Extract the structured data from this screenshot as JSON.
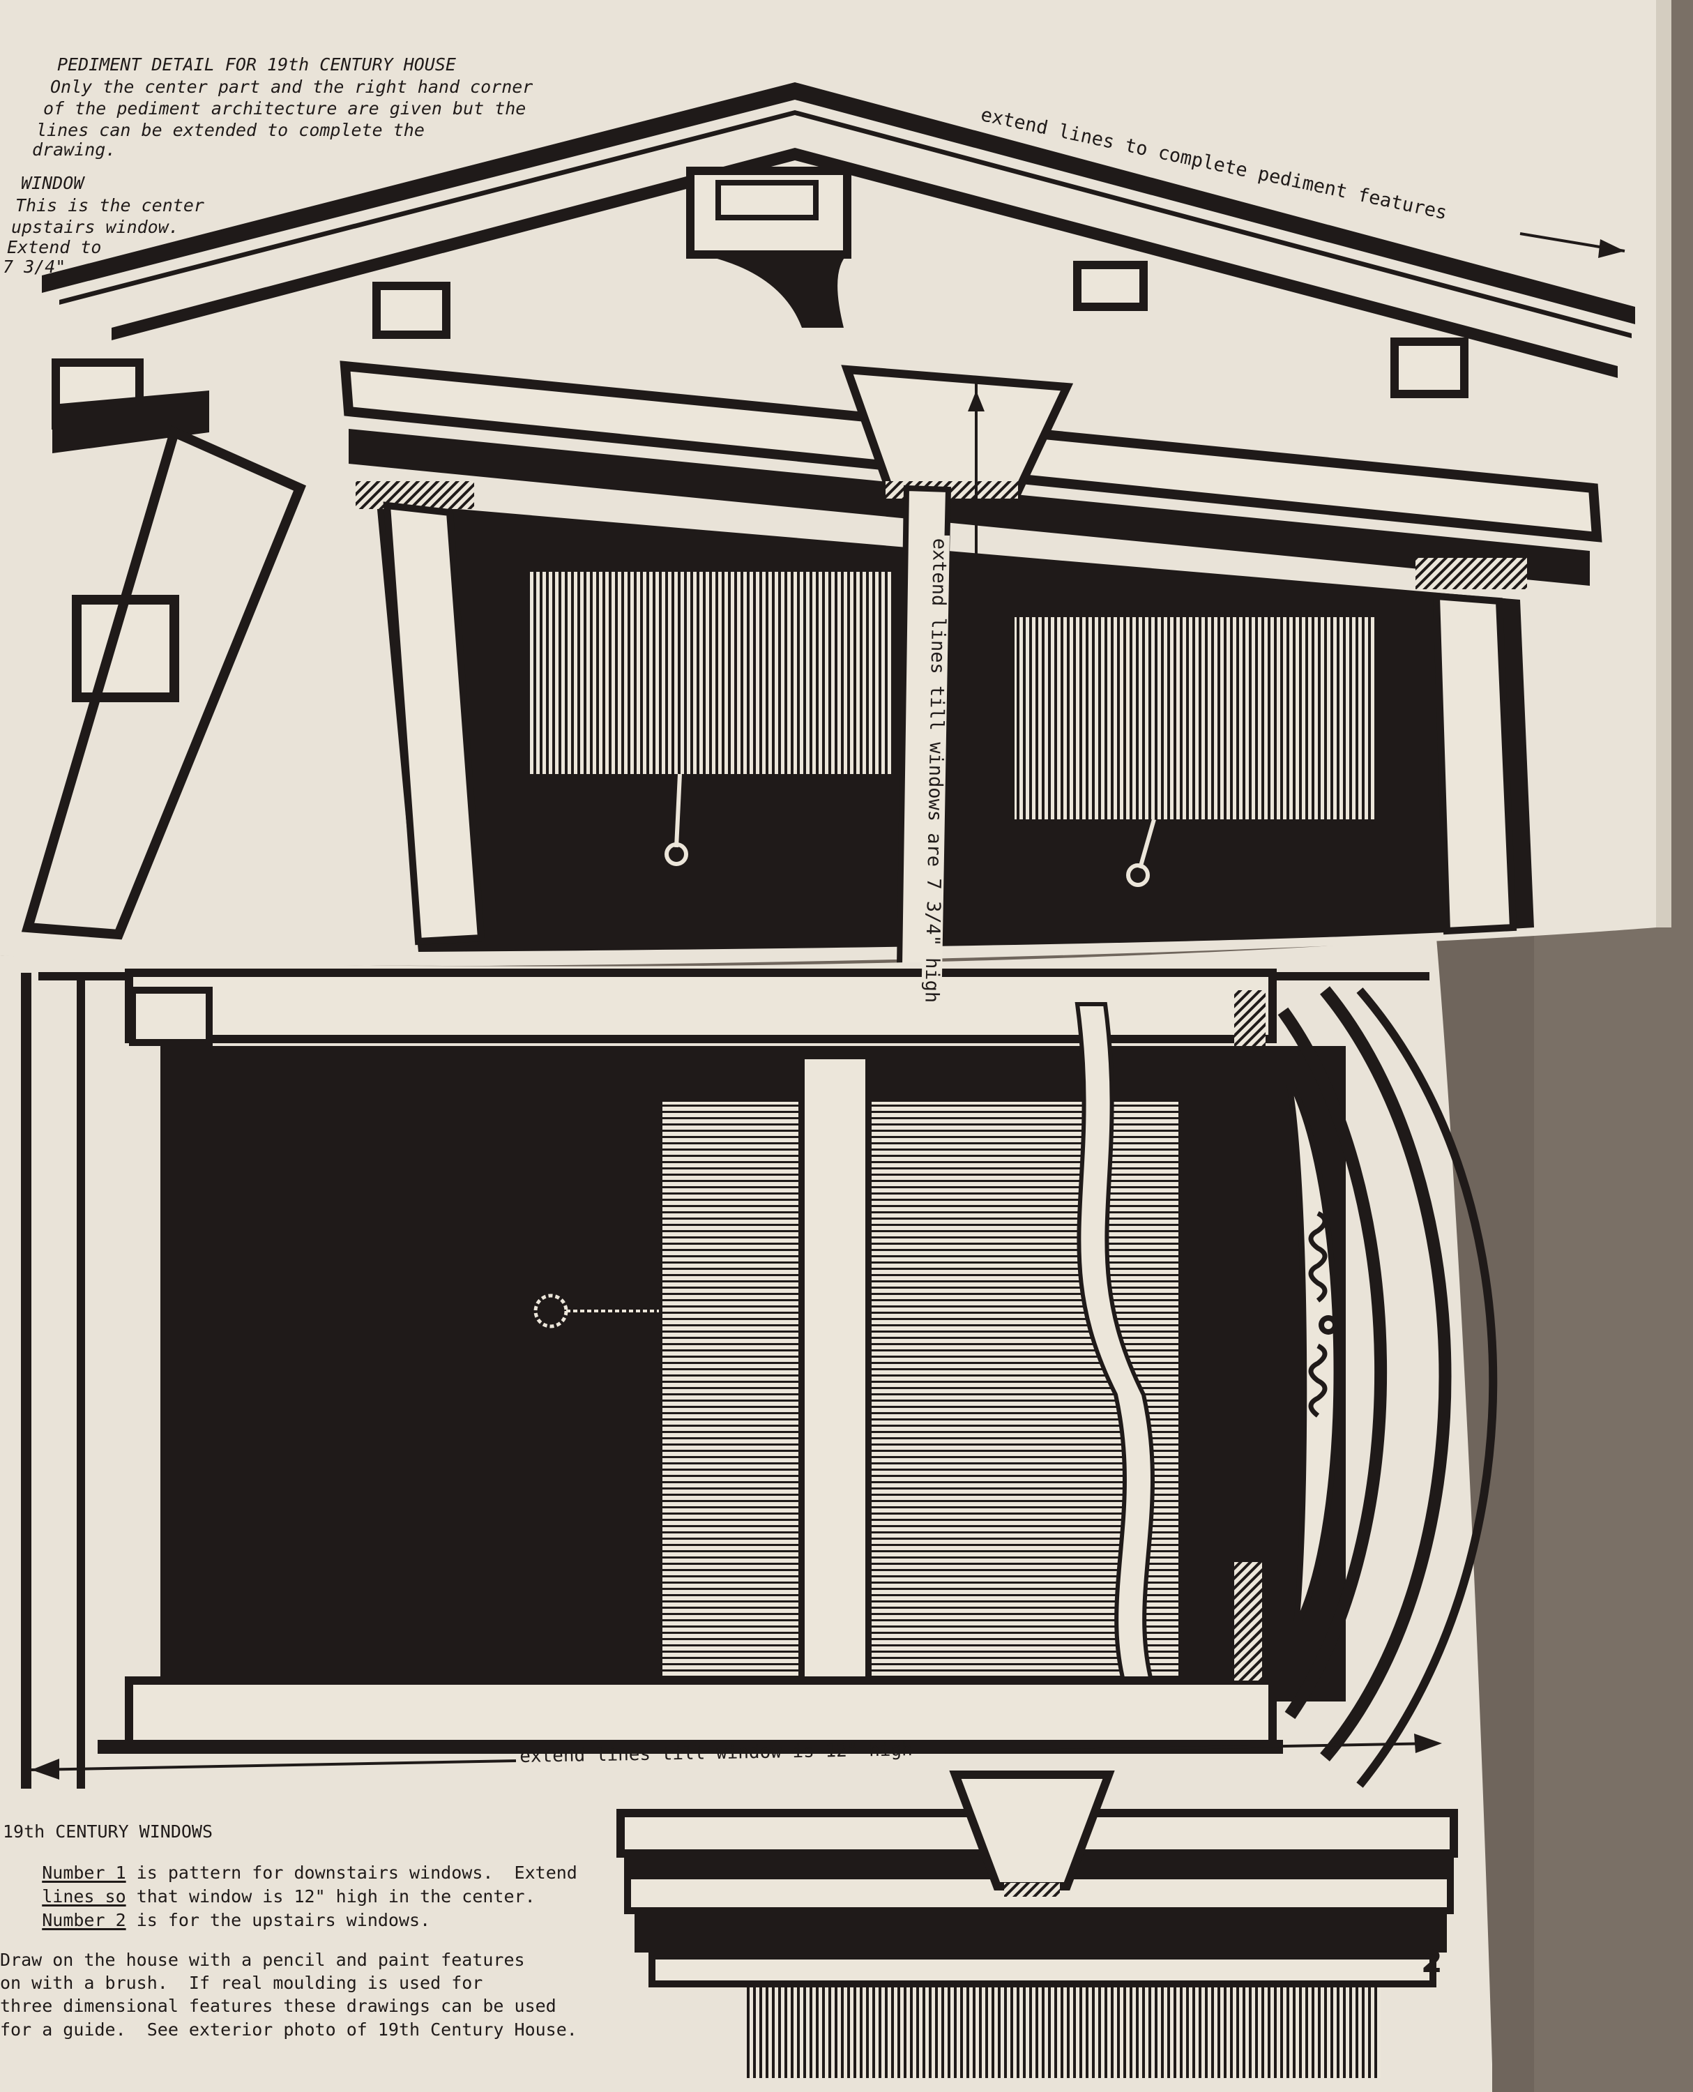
{
  "top_page": {
    "pediment_title": "PEDIMENT DETAIL FOR 19th CENTURY HOUSE",
    "pediment_lines": [
      "Only the center part and the right hand corner",
      "of the pediment architecture are given but the",
      "lines can be extended to complete the",
      "drawing."
    ],
    "window_title": "WINDOW",
    "window_lines": [
      "This is the center",
      "upstairs window.",
      "Extend to",
      "7 3/4\"."
    ],
    "pediment_arrow_label": "extend lines to complete pediment features",
    "vertical_label": "extend lines till windows are 7 3/4\" high"
  },
  "bottom_page": {
    "horizontal_label": "extend lines till window is 12\" high",
    "windows_title": "19th CENTURY WINDOWS",
    "number1_underlined": "Number 1",
    "number1_text": " is pattern for downstairs windows.  Extend",
    "line2_underlined": "lines so",
    "line2_text": " that window is 12\" high in the center.",
    "number2_underlined": "Number 2",
    "number2_text": " is for the upstairs windows.",
    "instructions": [
      "Draw on the house with a pencil and paint features",
      "on with a brush.  If real moulding is used for",
      "three dimensional features these drawings can be used",
      "for a guide.  See exterior photo of 19th Century House."
    ],
    "page_number": "2"
  },
  "colors": {
    "paper": "#e9e3d8",
    "ink": "#1f1a19",
    "fabric": "#6f655c"
  }
}
